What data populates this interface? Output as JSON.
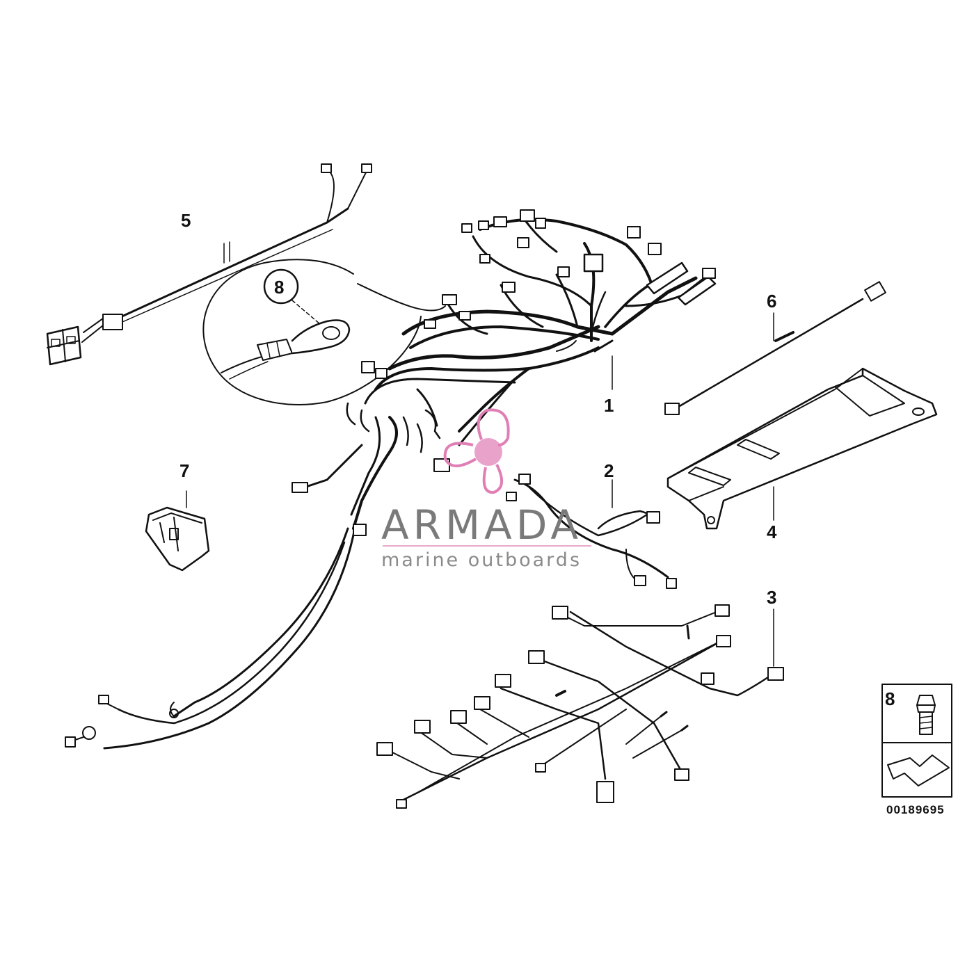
{
  "diagram": {
    "callouts": [
      {
        "id": "c1",
        "label": "1"
      },
      {
        "id": "c2",
        "label": "2"
      },
      {
        "id": "c3",
        "label": "3"
      },
      {
        "id": "c4",
        "label": "4"
      },
      {
        "id": "c5",
        "label": "5"
      },
      {
        "id": "c6",
        "label": "6"
      },
      {
        "id": "c7",
        "label": "7"
      },
      {
        "id": "c8-detail",
        "label": "8"
      },
      {
        "id": "c8-legend",
        "label": "8"
      }
    ],
    "diagram_id": "00189695"
  },
  "watermark": {
    "brand": "ARMADA",
    "tagline": "marine outboards",
    "accent_color": "#e07fb5",
    "logo_icon": "propeller-icon"
  },
  "colors": {
    "ink": "#111111",
    "background": "#ffffff"
  }
}
